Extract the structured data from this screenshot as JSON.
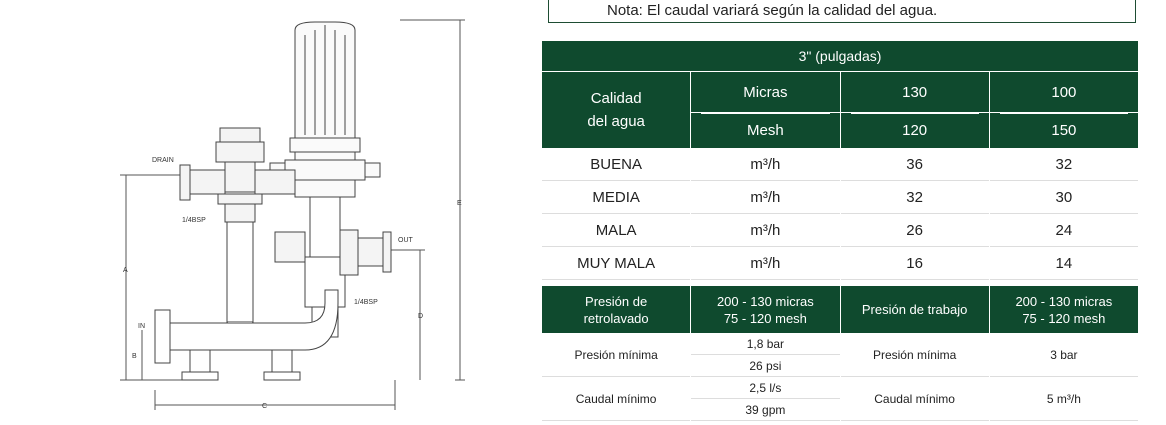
{
  "note": "Nota: El caudal variará según la calidad del agua.",
  "drawing": {
    "labels": {
      "drain": "DRAIN",
      "bsp_left": "1/4BSP",
      "bsp_right": "1/4BSP",
      "out": "OUT",
      "in": "IN",
      "a": "A",
      "b": "B",
      "c": "C",
      "d": "D",
      "e": "E"
    }
  },
  "flow_table": {
    "title": "3\" (pulgadas)",
    "quality_header": "Calidad\ndel agua",
    "micras_label": "Micras",
    "mesh_label": "Mesh",
    "micras_values": [
      "130",
      "100"
    ],
    "mesh_values": [
      "120",
      "150"
    ],
    "rows": [
      {
        "quality": "BUENA",
        "unit": "m³/h",
        "v1": "36",
        "v2": "32"
      },
      {
        "quality": "MEDIA",
        "unit": "m³/h",
        "v1": "32",
        "v2": "30"
      },
      {
        "quality": "MALA",
        "unit": "m³/h",
        "v1": "26",
        "v2": "24"
      },
      {
        "quality": "MUY MALA",
        "unit": "m³/h",
        "v1": "16",
        "v2": "14"
      }
    ]
  },
  "pressure_table": {
    "h1": "Presión de\nretrolavado",
    "h2": "200 - 130 micras\n75 - 120 mesh",
    "h3": "Presión de trabajo",
    "h4": "200 - 130 micras\n75 - 120 mesh",
    "rows": [
      {
        "label": "Presión mínima",
        "v_a": "1,8 bar",
        "v_b": "26 psi",
        "label2": "Presión mínima",
        "v2": "3 bar"
      },
      {
        "label": "Caudal mínimo",
        "v_a": "2,5 l/s",
        "v_b": "39 gpm",
        "label2": "Caudal mínimo",
        "v2": "5 m³/h"
      }
    ]
  }
}
